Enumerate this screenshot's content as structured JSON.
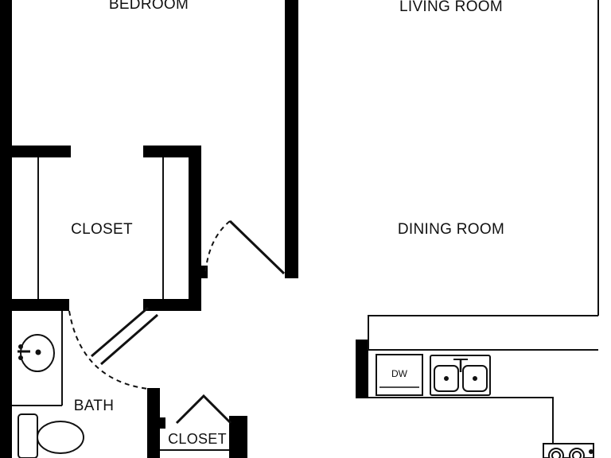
{
  "rooms": {
    "bedroom": "BEDROOM",
    "living_room": "LIVING ROOM",
    "dining_room": "DINING ROOM",
    "closet": "CLOSET",
    "bath": "BATH",
    "closet_small": "CLOSET"
  },
  "fixtures": {
    "dishwasher": "DW"
  },
  "colors": {
    "wall": "#000000",
    "line": "#111111",
    "background": "#ffffff"
  }
}
